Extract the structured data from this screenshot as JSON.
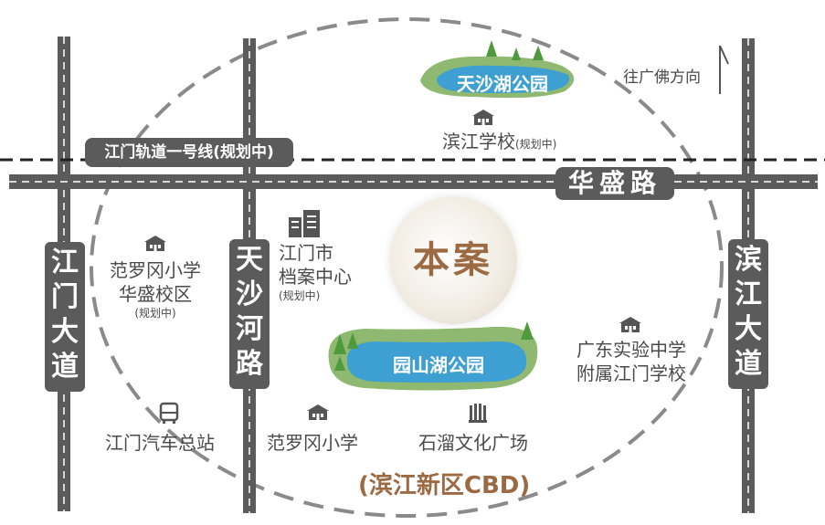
{
  "center": {
    "label": "本案"
  },
  "district": {
    "label": "(滨江新区CBD)"
  },
  "direction": {
    "label": "往广佛方向"
  },
  "rail": {
    "label": "江门轨道一号线(规划中)"
  },
  "roads": {
    "horizontal": "华盛路",
    "jiangmen_avenue": [
      "江",
      "门",
      "大",
      "道"
    ],
    "tiansha_road": [
      "天",
      "沙",
      "河",
      "路"
    ],
    "binjiang_avenue": [
      "滨",
      "江",
      "大",
      "道"
    ]
  },
  "parks": {
    "tiansha_lake": "天沙湖公园",
    "yuanshan_lake": "园山湖公园"
  },
  "pois": {
    "binjiang_school": {
      "name": "滨江学校",
      "note": "(规划中)"
    },
    "archives": {
      "line1": "江门市",
      "line2": "档案中心",
      "note": "(规划中)"
    },
    "fanluogang_huasheng": {
      "line1": "范罗冈小学",
      "line2": "华盛校区",
      "note": "(规划中)"
    },
    "gdsy_school": {
      "line1": "广东实验中学",
      "line2": "附属江门学校"
    },
    "bus_station": {
      "name": "江门汽车总站"
    },
    "fanluogang_primary": {
      "name": "范罗冈小学"
    },
    "culture_square": {
      "name": "石溜文化广场"
    }
  },
  "colors": {
    "road": "#5b5b5b",
    "accent": "#9b6a43",
    "lake": "#3e9fd3",
    "grass": "#8fb870",
    "tree": "#4f9a3c"
  },
  "icons": [
    "school-icon",
    "building-icon",
    "bus-icon",
    "culture-icon",
    "tree-icon"
  ]
}
